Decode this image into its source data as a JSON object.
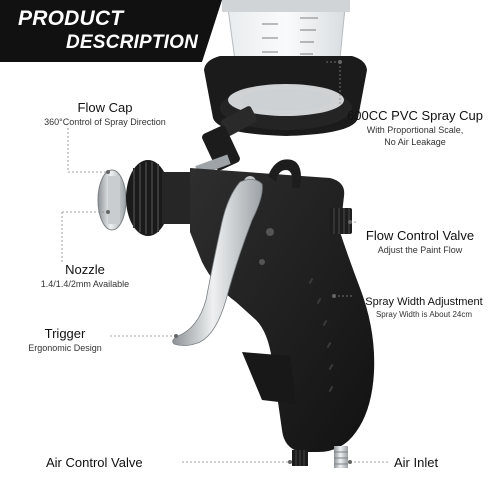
{
  "banner": {
    "line1": "PRODUCT",
    "line2": "DESCRIPTION"
  },
  "features": {
    "flow_cap": {
      "title": "Flow Cap",
      "subtitle": "360°Control of Spray Direction"
    },
    "spray_cup": {
      "title": "600CC PVC Spray Cup",
      "subtitle_1": "With Proportional Scale,",
      "subtitle_2": "No Air Leakage"
    },
    "nozzle": {
      "title": "Nozzle",
      "subtitle": "1.4/1.4/2mm Available"
    },
    "flow_control": {
      "title": "Flow Control Valve",
      "subtitle": "Adjust the Paint Flow"
    },
    "spray_width": {
      "title": "Spray Width Adjustment",
      "subtitle": "Spray Width is About 24cm"
    },
    "trigger": {
      "title": "Trigger",
      "subtitle": "Ergonomic Design"
    },
    "air_control": {
      "title": "Air Control Valve"
    },
    "air_inlet": {
      "title": "Air Inlet"
    }
  },
  "colors": {
    "banner": "#111111",
    "body": "#1c1c1c",
    "accent_metal": "#bfc3c6"
  }
}
